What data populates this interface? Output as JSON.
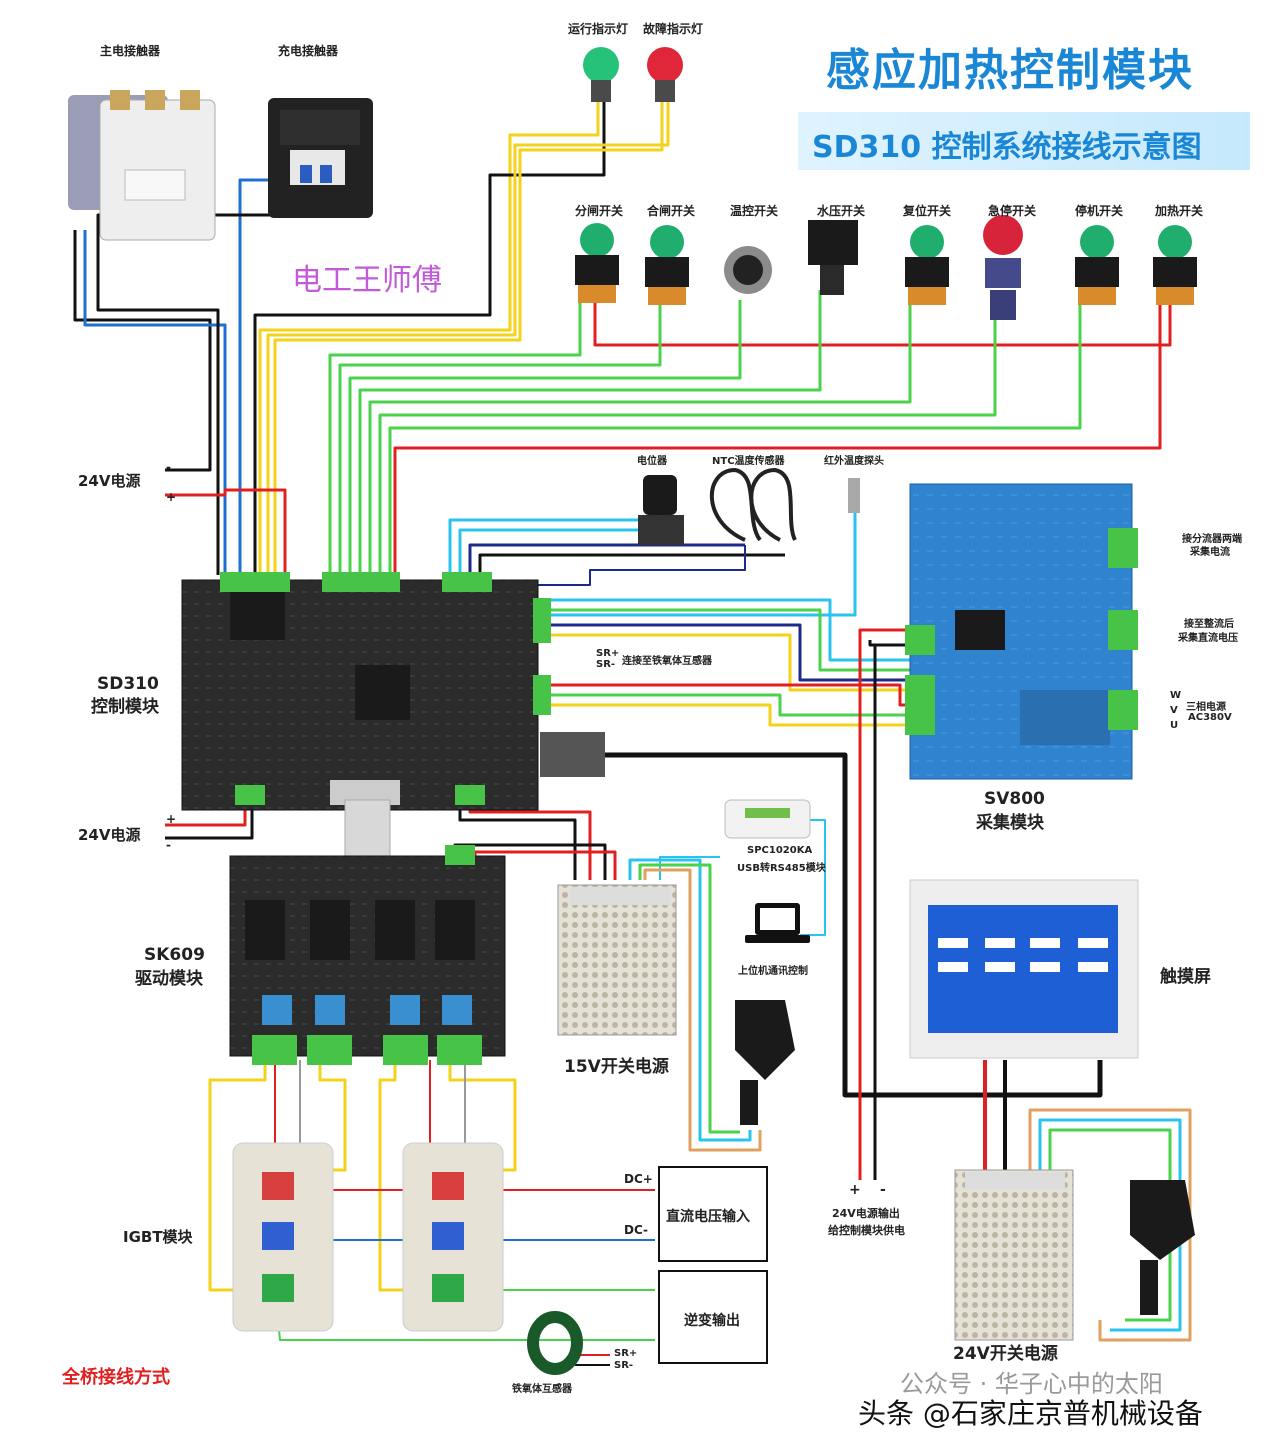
{
  "title": "感应加热控制模块",
  "subtitle": "SD310 控制系统接线示意图",
  "watermark": "电工王师傅",
  "contactors": {
    "main": "主电接触器",
    "charge": "充电接触器"
  },
  "indicators": {
    "run": "运行指示灯",
    "fault": "故障指示灯"
  },
  "switches": [
    "分闸开关",
    "合闸开关",
    "温控开关",
    "水压开关",
    "复位开关",
    "急停开关",
    "停机开关",
    "加热开关"
  ],
  "sensors": {
    "pot": "电位器",
    "ntc": "NTC温度传感器",
    "ir": "红外温度探头"
  },
  "power": {
    "top": "24V电源",
    "bottom": "24V电源",
    "plus": "+",
    "minus": "-"
  },
  "sd310": {
    "line1": "SD310",
    "line2": "控制模块"
  },
  "sr_plus": "SR+",
  "sr_minus": "SR-",
  "sr_note": "连接至铁氧体互感器",
  "sv800": {
    "line1": "SV800",
    "line2": "采集模块",
    "shunt1": "接分流器两端",
    "shunt2": "采集电流",
    "rect1": "接至整流后",
    "rect2": "采集直流电压",
    "three1": "三相电源",
    "three2": "AC380V",
    "w": "W",
    "v": "V",
    "u": "U"
  },
  "usb": {
    "line1": "SPC1020KA",
    "line2": "USB转RS485模块",
    "pc": "上位机通讯控制"
  },
  "sk609": {
    "line1": "SK609",
    "line2": "驱动模块"
  },
  "psu15": "15V开关电源",
  "touchscreen": "触摸屏",
  "igbt": "IGBT模块",
  "dc_plus": "DC+",
  "dc_minus": "DC-",
  "dc_input": "直流电压输入",
  "inverter_out": "逆变输出",
  "ferrite": "铁氧体互感器",
  "full_bridge": "全桥接线方式",
  "out24": {
    "line1": "24V电源输出",
    "line2": "给控制模块供电"
  },
  "psu24": "24V开关电源",
  "footer": {
    "account": "公众号 · 华子心中的太阳",
    "source": "头条 @石家庄京普机械设备"
  },
  "colors": {
    "title": "#1a86d6",
    "wire_red": "#e02020",
    "wire_black": "#111111",
    "wire_yellow": "#f5d21a",
    "wire_green": "#4bd24b",
    "wire_blue": "#1f6fd0",
    "wire_cyan": "#2ac3f0",
    "board_blue": "#2f83cf",
    "board_black": "#2a2a2a",
    "terminal_green": "#47c447"
  }
}
